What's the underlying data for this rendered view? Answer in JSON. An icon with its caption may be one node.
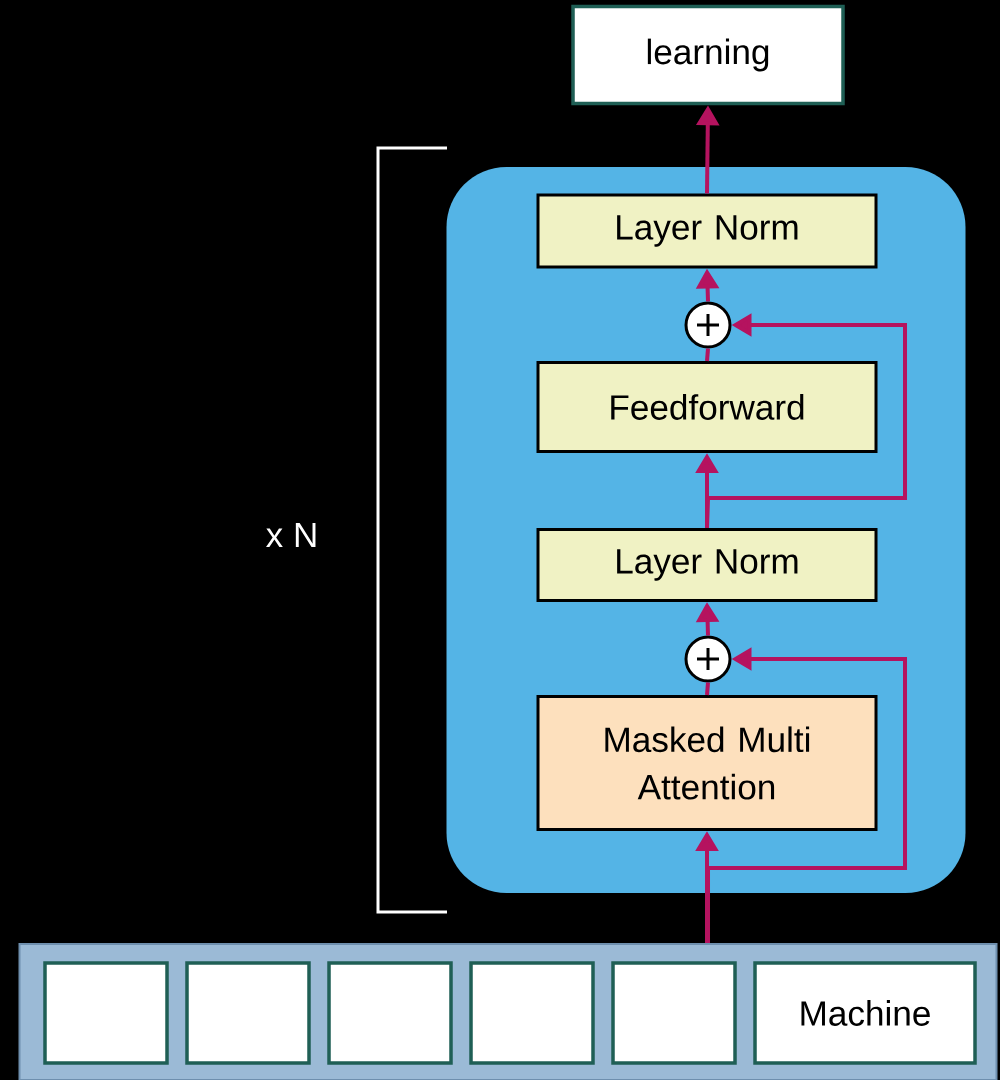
{
  "diagram": {
    "nodes": [
      {
        "text": [
          "learning"
        ]
      },
      {
        "text": [],
        "shape": "box"
      },
      {
        "text": [
          "Layer Norm"
        ],
        "in": 1
      },
      {
        "text": [],
        "shape": "circle",
        "in": 1
      },
      {
        "text": [
          "Feedforward"
        ],
        "in": 1
      },
      {
        "text": [
          "Layer Norm"
        ],
        "in": 1
      },
      {
        "text": [],
        "shape": "circle",
        "in": 1
      },
      {
        "text": [
          "Masked Multi Attention"
        ],
        "in": 1
      },
      {
        "text": [],
        "shape": "bar"
      },
      {
        "text": [],
        "shape": "box",
        "in": 8
      },
      {
        "text": [],
        "shape": "box",
        "in": 8
      },
      {
        "text": [],
        "shape": "box",
        "in": 8
      },
      {
        "text": [],
        "shape": "box",
        "in": 8
      },
      {
        "text": [],
        "shape": "box",
        "in": 8
      },
      {
        "text": [
          "Machine"
        ],
        "in": 8
      }
    ],
    "edges": [
      {
        "from": 8,
        "to": 7,
        "arrow": "to"
      },
      {
        "from": 8,
        "to": 6,
        "arrow": "to"
      },
      {
        "from": 7,
        "to": 6,
        "arrow": "none"
      },
      {
        "from": 6,
        "to": 5,
        "arrow": "to"
      },
      {
        "from": 5,
        "to": 4,
        "arrow": "to"
      },
      {
        "from": 5,
        "to": 3,
        "arrow": "to"
      },
      {
        "from": 4,
        "to": 3,
        "arrow": "none"
      },
      {
        "from": 3,
        "to": 2,
        "arrow": "to"
      },
      {
        "from": 2,
        "to": 0,
        "arrow": "to"
      }
    ],
    "labels": [
      "x N"
    ]
  }
}
